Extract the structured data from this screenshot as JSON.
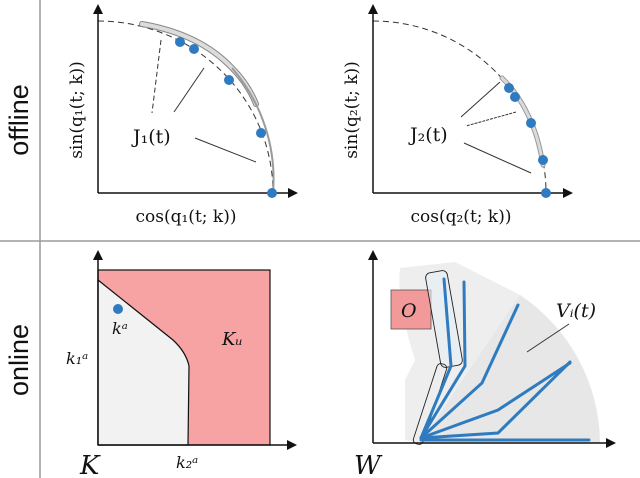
{
  "rows": {
    "top_label": "offline",
    "bottom_label": "online"
  },
  "panels": {
    "top_left": {
      "xlabel": "cos(q₁(t; k))",
      "ylabel": "sin(q₁(t; k))",
      "annotation": "J₁(t)",
      "colors": {
        "points": "#2f7bbf",
        "band": "#d4d4d4",
        "axis": "#111111"
      }
    },
    "top_right": {
      "xlabel": "cos(q₂(t; k))",
      "ylabel": "sin(q₂(t; k))",
      "annotation": "J₂(t)"
    },
    "bottom_left": {
      "space_label": "K",
      "unsafe_label": "Kᵤ",
      "point_label": "kᵃ",
      "k1_label": "k₁ᵃ",
      "k2_label": "k₂ᵃ",
      "colors": {
        "unsafe": "#f7a3a3",
        "safe": "#f2f2f2",
        "point": "#2f7bbf"
      }
    },
    "bottom_right": {
      "space_label": "W",
      "obstacle_label": "O",
      "reach_label": "Vᵢ(t)",
      "colors": {
        "obstacle": "#f29a9a",
        "arm": "#2f7bbf",
        "reach": "#e4e4e4"
      }
    }
  }
}
